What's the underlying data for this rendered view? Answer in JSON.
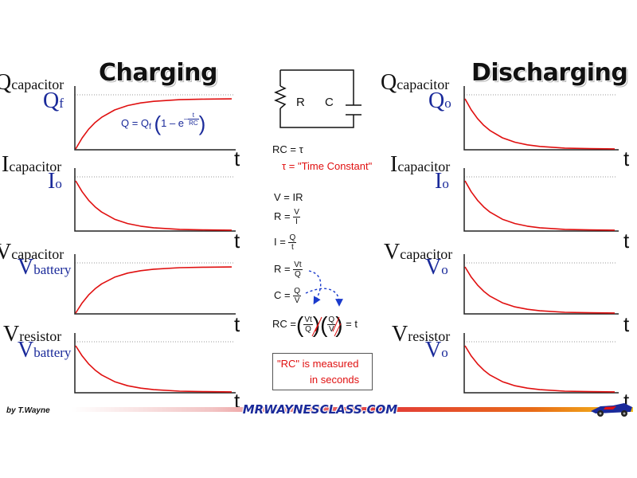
{
  "titles": {
    "charging": "Charging",
    "discharging": "Discharging"
  },
  "labels": {
    "Q": "Q",
    "I": "I",
    "V": "V",
    "capacitor": "capacitor",
    "resistor": "resistor",
    "battery": "battery",
    "f": "f",
    "o": "o",
    "t": "t"
  },
  "charging_formula": {
    "lhs": "Q = Q",
    "sub": "f",
    "one_minus": "1 – e",
    "neg": "–",
    "t": "t",
    "rc": "RC"
  },
  "circuit": {
    "R": "R",
    "C": "C"
  },
  "equations": {
    "rc_tau": "RC = τ",
    "tau_name": "τ = \"Time Constant\"",
    "v_ir": "V = IR",
    "r_eq": "R =",
    "V": "V",
    "I": "I",
    "i_eq": "I =",
    "Q": "Q",
    "t": "t",
    "vt": "Vt",
    "c_eq": "C =",
    "rc_eq": "RC =",
    "eq_t": "= t"
  },
  "note": {
    "line1": "\"RC\"  is measured",
    "line2": "in seconds"
  },
  "footer": {
    "byline": "by T.Wayne",
    "site": "MRWAYNESCLASS.COM"
  },
  "colors": {
    "curve": "#e01010",
    "accent_blue": "#1a2a9a",
    "dotted_line": "#9a9a9a"
  },
  "chart_data": [
    {
      "type": "line",
      "side": "charging",
      "shape": "growth",
      "x": [
        0,
        0.25,
        0.5,
        0.75,
        1,
        1.5,
        2,
        2.5,
        3,
        4,
        5,
        6
      ],
      "y": [
        0,
        0.221,
        0.393,
        0.528,
        0.632,
        0.777,
        0.865,
        0.918,
        0.95,
        0.982,
        0.993,
        0.998
      ]
    },
    {
      "type": "line",
      "side": "charging",
      "shape": "decay",
      "x": [
        0,
        0.25,
        0.5,
        0.75,
        1,
        1.5,
        2,
        2.5,
        3,
        4,
        5,
        6
      ],
      "y": [
        1,
        0.779,
        0.607,
        0.472,
        0.368,
        0.223,
        0.135,
        0.082,
        0.05,
        0.018,
        0.007,
        0.002
      ]
    },
    {
      "type": "line",
      "side": "charging",
      "shape": "growth",
      "x": [
        0,
        0.25,
        0.5,
        0.75,
        1,
        1.5,
        2,
        2.5,
        3,
        4,
        5,
        6
      ],
      "y": [
        0,
        0.221,
        0.393,
        0.528,
        0.632,
        0.777,
        0.865,
        0.918,
        0.95,
        0.982,
        0.993,
        0.998
      ]
    },
    {
      "type": "line",
      "side": "charging",
      "shape": "decay",
      "x": [
        0,
        0.25,
        0.5,
        0.75,
        1,
        1.5,
        2,
        2.5,
        3,
        4,
        5,
        6
      ],
      "y": [
        1,
        0.779,
        0.607,
        0.472,
        0.368,
        0.223,
        0.135,
        0.082,
        0.05,
        0.018,
        0.007,
        0.002
      ]
    },
    {
      "type": "line",
      "side": "discharging",
      "shape": "decay",
      "x": [
        0,
        0.25,
        0.5,
        0.75,
        1,
        1.5,
        2,
        2.5,
        3,
        4,
        5,
        6
      ],
      "y": [
        1,
        0.779,
        0.607,
        0.472,
        0.368,
        0.223,
        0.135,
        0.082,
        0.05,
        0.018,
        0.007,
        0.002
      ]
    },
    {
      "type": "line",
      "side": "discharging",
      "shape": "decay",
      "x": [
        0,
        0.25,
        0.5,
        0.75,
        1,
        1.5,
        2,
        2.5,
        3,
        4,
        5,
        6
      ],
      "y": [
        1,
        0.779,
        0.607,
        0.472,
        0.368,
        0.223,
        0.135,
        0.082,
        0.05,
        0.018,
        0.007,
        0.002
      ]
    },
    {
      "type": "line",
      "side": "discharging",
      "shape": "decay",
      "x": [
        0,
        0.25,
        0.5,
        0.75,
        1,
        1.5,
        2,
        2.5,
        3,
        4,
        5,
        6
      ],
      "y": [
        1,
        0.779,
        0.607,
        0.472,
        0.368,
        0.223,
        0.135,
        0.082,
        0.05,
        0.018,
        0.007,
        0.002
      ]
    },
    {
      "type": "line",
      "side": "discharging",
      "shape": "decay",
      "x": [
        0,
        0.25,
        0.5,
        0.75,
        1,
        1.5,
        2,
        2.5,
        3,
        4,
        5,
        6
      ],
      "y": [
        1,
        0.779,
        0.607,
        0.472,
        0.368,
        0.223,
        0.135,
        0.082,
        0.05,
        0.018,
        0.007,
        0.002
      ]
    }
  ]
}
